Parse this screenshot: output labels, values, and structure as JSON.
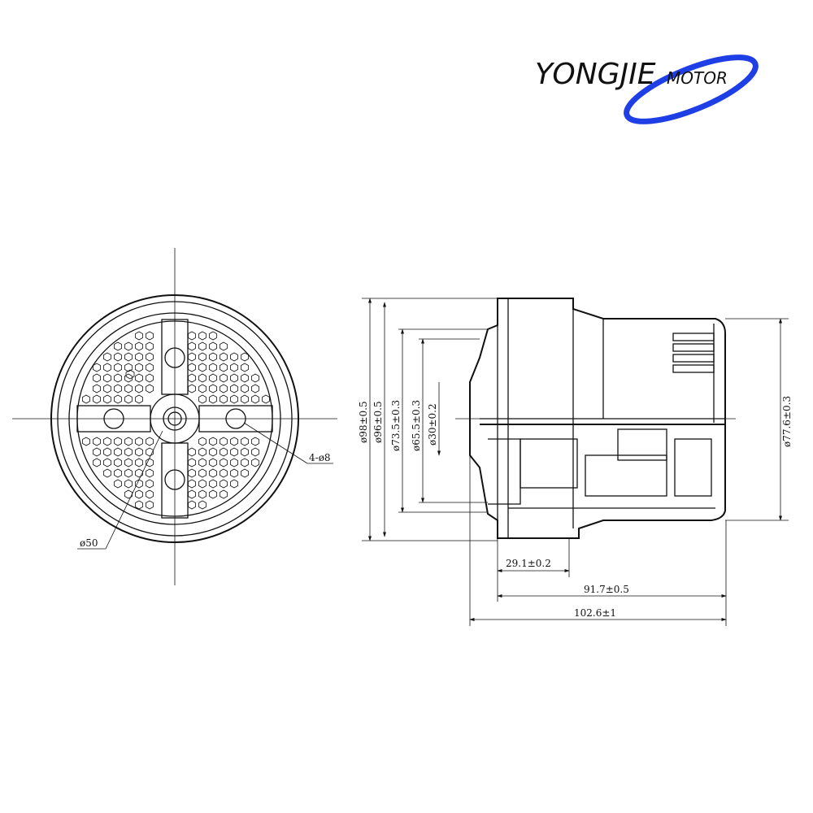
{
  "logo": {
    "brand": "YONGJIE",
    "suffix": "MOTOR",
    "accent_color": "#1f3fe6"
  },
  "front_view": {
    "hole_label": "4-ø8",
    "diameter_label": "ø50"
  },
  "side_view": {
    "vertical_dimensions": [
      "ø98±0.5",
      "ø96±0.5",
      "ø73.5±0.3",
      "ø65.5±0.3",
      "ø30±0.2"
    ],
    "right_dimension": "ø77.6±0.3",
    "horizontal_dimensions": [
      "29.1±0.2",
      "91.7±0.5",
      "102.6±1"
    ]
  }
}
